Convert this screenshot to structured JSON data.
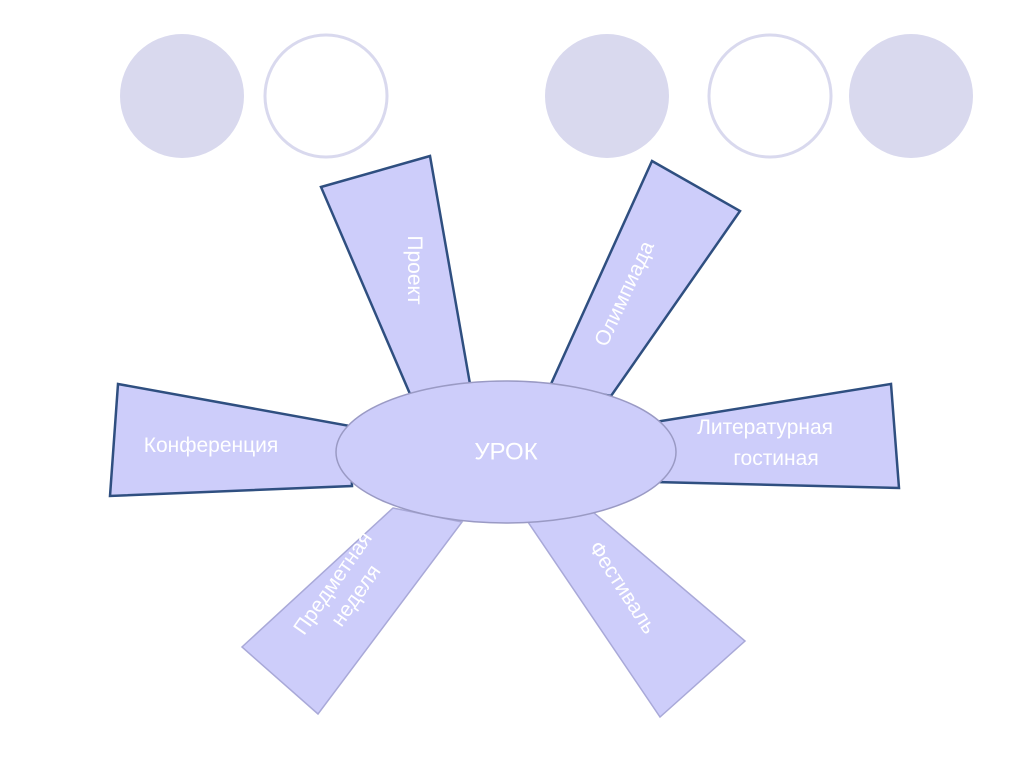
{
  "center": {
    "label": "УРОК"
  },
  "rays": [
    {
      "id": "project",
      "lines": [
        "Проект"
      ]
    },
    {
      "id": "olympiad",
      "lines": [
        "Олимпиада"
      ]
    },
    {
      "id": "conference",
      "lines": [
        "Конференция"
      ]
    },
    {
      "id": "literary",
      "lines": [
        "Литературная",
        "гостиная"
      ]
    },
    {
      "id": "subject-week",
      "lines": [
        "Предметная",
        "неделя"
      ]
    },
    {
      "id": "festival",
      "lines": [
        "Фестиваль"
      ]
    }
  ],
  "colors": {
    "ray_fill": "#cdcdfa",
    "ray_stroke_dark": "#2f4f80",
    "ray_stroke_light": "#a9a9d8",
    "ellipse_fill": "#cdcdfa",
    "ellipse_stroke": "#9a9ac4",
    "circle_filled": "#d9d9ee",
    "circle_outline": "#d9d9ee",
    "text": "#ffffff"
  }
}
